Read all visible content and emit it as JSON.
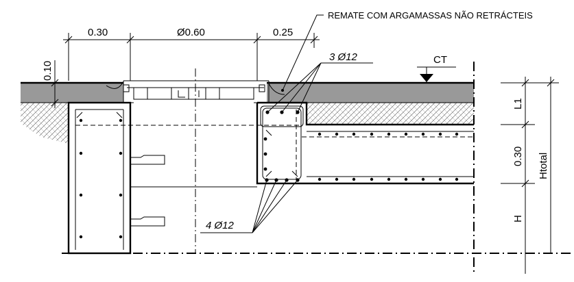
{
  "dimensions": {
    "left_width": "0.30",
    "diameter": "Ø0.60",
    "right_width": "0.25",
    "pavement_thickness": "0.10",
    "layer_l1": "L1",
    "beam_height": "0.30",
    "h_below": "H",
    "h_total": "Htotal"
  },
  "labels": {
    "finish_note": "REMATE COM ARGAMASSAS NÃO RETRÁCTEIS",
    "top_bars": "3  Ø12",
    "bottom_bars": "4  Ø12",
    "ct": "CT"
  }
}
